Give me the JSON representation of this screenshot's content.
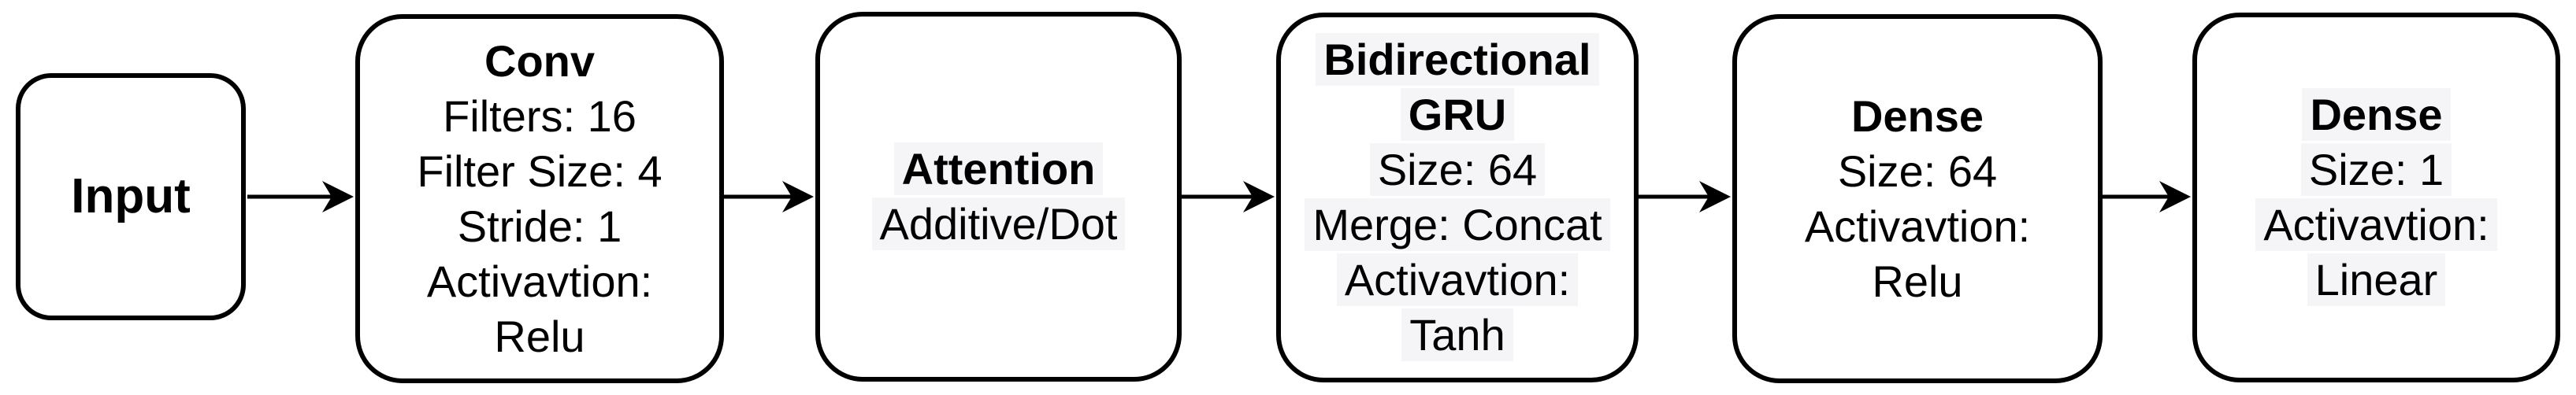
{
  "diagram": {
    "type": "flowchart",
    "background_color": "#ffffff",
    "stroke_color": "#000000",
    "text_color": "#000000",
    "text_highlight_color": "#f5f5f7",
    "nodes": [
      {
        "id": "input",
        "title_lines": [
          "Input"
        ],
        "detail_lines": []
      },
      {
        "id": "conv",
        "title_lines": [
          "Conv"
        ],
        "detail_lines": [
          "Filters: 16",
          "Filter Size: 4",
          "Stride: 1",
          "Activavtion:",
          "Relu"
        ]
      },
      {
        "id": "attention",
        "title_lines": [
          "Attention"
        ],
        "detail_lines": [
          "Additive/Dot"
        ]
      },
      {
        "id": "bidirectional-gru",
        "title_lines": [
          "Bidirectional",
          "GRU"
        ],
        "detail_lines": [
          "Size: 64",
          "Merge: Concat",
          "Activavtion:",
          "Tanh"
        ]
      },
      {
        "id": "dense-1",
        "title_lines": [
          "Dense"
        ],
        "detail_lines": [
          "Size: 64",
          "Activavtion:",
          "Relu"
        ]
      },
      {
        "id": "dense-2",
        "title_lines": [
          "Dense"
        ],
        "detail_lines": [
          "Size: 1",
          "Activavtion:",
          "Linear"
        ]
      }
    ],
    "connections": [
      {
        "from": "input",
        "to": "conv"
      },
      {
        "from": "conv",
        "to": "attention"
      },
      {
        "from": "attention",
        "to": "bidirectional-gru"
      },
      {
        "from": "bidirectional-gru",
        "to": "dense-1"
      },
      {
        "from": "dense-1",
        "to": "dense-2"
      }
    ]
  }
}
